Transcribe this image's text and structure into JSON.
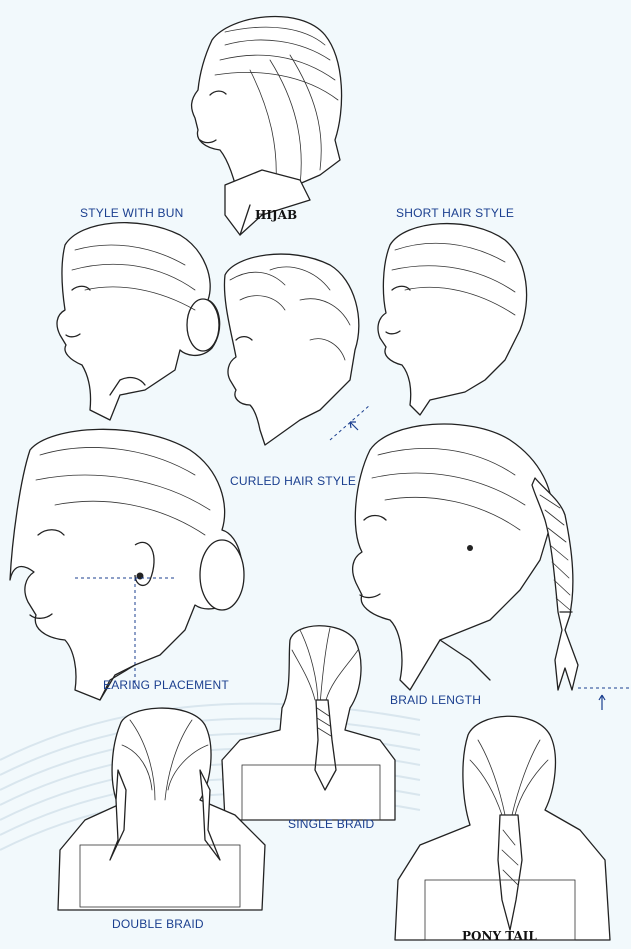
{
  "colors": {
    "background": "#f2f9fc",
    "label_blue": "#1b3f8f",
    "ink": "#222222"
  },
  "labels": {
    "hijab": "HIJAB",
    "style_with_bun": "STYLE WITH BUN",
    "short_hair_style": "SHORT HAIR STYLE",
    "curled_hair_style": "CURLED HAIR STYLE",
    "earing_placement": "EARING PLACEMENT",
    "braid_length": "BRAID LENGTH",
    "single_braid": "SINGLE BRAID",
    "double_braid": "DOUBLE BRAID",
    "pony_tail": "PONY TAIL"
  }
}
